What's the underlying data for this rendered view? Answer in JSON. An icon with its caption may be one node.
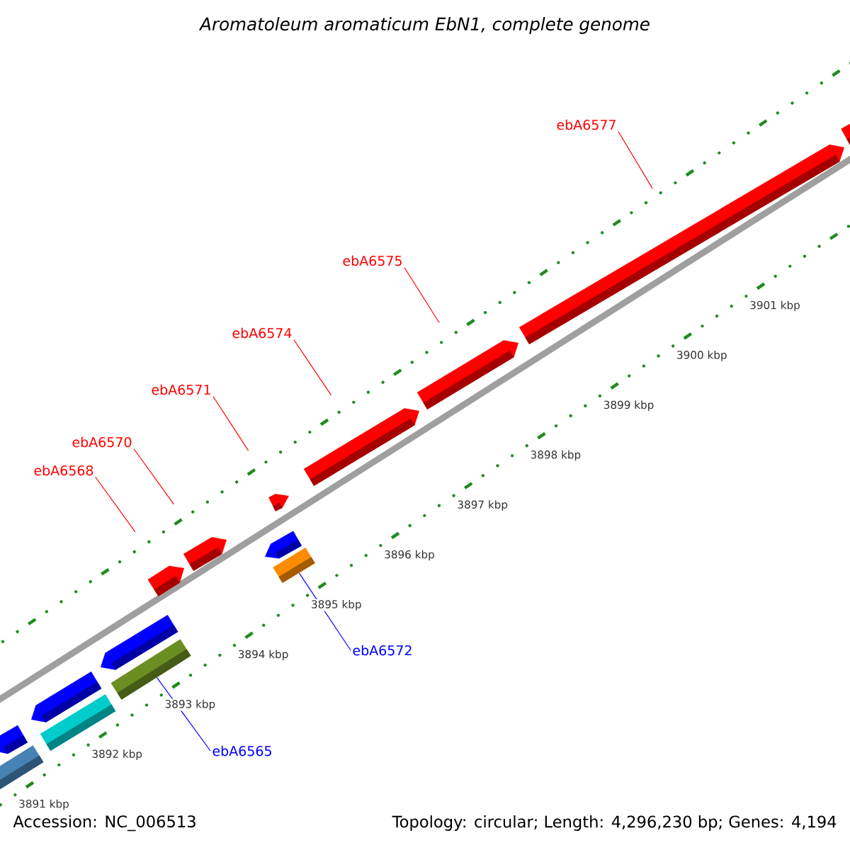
{
  "diagram": {
    "title": "Aromatoleum aromaticum EbN1, complete genome",
    "nodes": [
      {
        "text": [
          "ebA6577"
        ]
      },
      {
        "text": [
          "ebA6575"
        ]
      },
      {
        "text": [
          "ebA6574"
        ]
      },
      {
        "text": [
          "ebA6571"
        ]
      },
      {
        "text": [
          "ebA6570"
        ]
      },
      {
        "text": [
          "ebA6568"
        ]
      },
      {
        "text": [
          "ebA6572"
        ]
      },
      {
        "text": [
          "ebA6565"
        ]
      },
      {
        "text": [],
        "shape": "bar"
      },
      {
        "text": [],
        "shape": "pentagon"
      },
      {
        "text": [],
        "shape": "pentagon"
      },
      {
        "text": [],
        "shape": "bar"
      },
      {
        "text": [],
        "shape": "pentagon"
      },
      {
        "text": [],
        "shape": "bar"
      },
      {
        "text": [],
        "shape": "pentagon"
      },
      {
        "text": [],
        "shape": "pentagon"
      },
      {
        "text": [],
        "shape": "pentagon"
      },
      {
        "text": [],
        "shape": "pentagon"
      },
      {
        "text": [],
        "shape": "bar"
      },
      {
        "text": [],
        "shape": "pentagon"
      },
      {
        "text": [],
        "shape": "pentagon"
      },
      {
        "text": [],
        "shape": "pentagon"
      },
      {
        "text": [],
        "shape": "pentagon"
      }
    ],
    "edges": [
      {
        "from": 0,
        "to": 21,
        "arrow": "none"
      },
      {
        "from": 1,
        "to": 20,
        "arrow": "none"
      },
      {
        "from": 2,
        "to": 19,
        "arrow": "none"
      },
      {
        "from": 3,
        "to": 17,
        "arrow": "none"
      },
      {
        "from": 4,
        "to": 15,
        "arrow": "none"
      },
      {
        "from": 5,
        "to": 14,
        "arrow": "none"
      },
      {
        "from": 6,
        "to": 18,
        "arrow": "none",
        "color": "#0000ff"
      },
      {
        "from": 7,
        "to": 13,
        "arrow": "none",
        "color": "#0000ff"
      }
    ],
    "labels": [
      "3901 kbp",
      "3900 kbp",
      "3899 kbp",
      "3898 kbp",
      "3897 kbp",
      "3896 kbp",
      "3895 kbp",
      "3894 kbp",
      "3893 kbp",
      "3892 kbp",
      "3891 kbp",
      "Accession: NC_006513",
      "Topology: circular; Length: 4,296,230 bp; Genes: 4,194"
    ]
  }
}
